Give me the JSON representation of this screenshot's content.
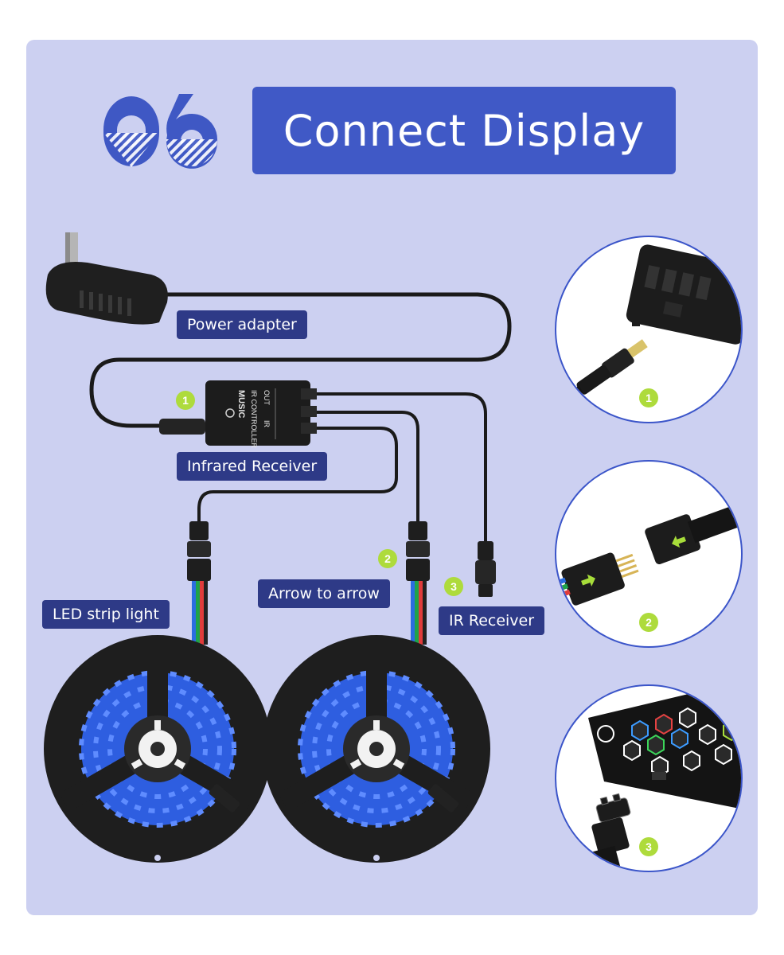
{
  "header": {
    "step_number": "06",
    "title": "Connect Display"
  },
  "labels": {
    "power_adapter": "Power adapter",
    "infrared_receiver": "Infrared Receiver",
    "led_strip_light": "LED strip light",
    "arrow_to_arrow": "Arrow to arrow",
    "ir_receiver": "IR Receiver"
  },
  "controller": {
    "text_music": "MUSIC",
    "text_ir_controller": "IR CONTROLLER",
    "text_out": "OUT",
    "text_ir": "IR"
  },
  "badges": {
    "one": "1",
    "two": "2",
    "three": "3"
  },
  "colors": {
    "panel_bg": "#ccd0f1",
    "title_bg": "#4059c6",
    "label_bg": "#2e3a87",
    "badge_green": "#aedb3c",
    "circle_border": "#3b55c9"
  }
}
